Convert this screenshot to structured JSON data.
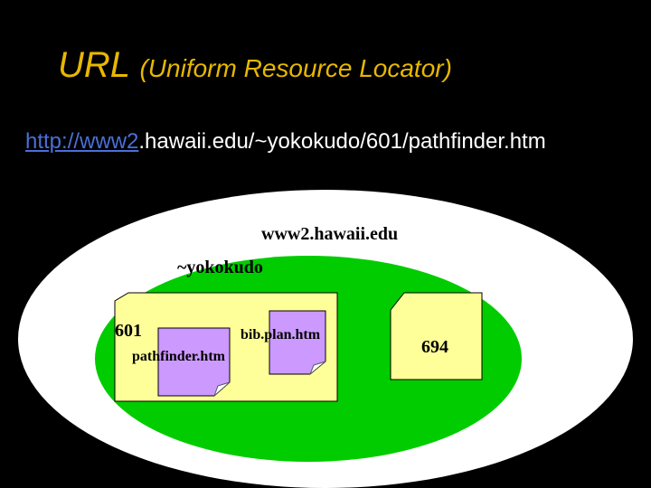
{
  "title": {
    "main": "URL",
    "sub": "(Uniform Resource Locator)"
  },
  "url": {
    "link_part": "http://www2",
    "rest": ".hawaii.edu/~yokokudo/601/pathfinder.htm"
  },
  "diagram": {
    "server_label": "www2.hawaii.edu",
    "user_dir_label": "~yokokudo",
    "folder_601_label": "601",
    "folder_694_label": "694",
    "file_bib_label": "bib.plan.htm",
    "file_pathfinder_label": "pathfinder.htm",
    "colors": {
      "server": "#ffffff",
      "user_dir": "#00cc00",
      "folder": "#ffff99",
      "file": "#cc99ff"
    }
  }
}
